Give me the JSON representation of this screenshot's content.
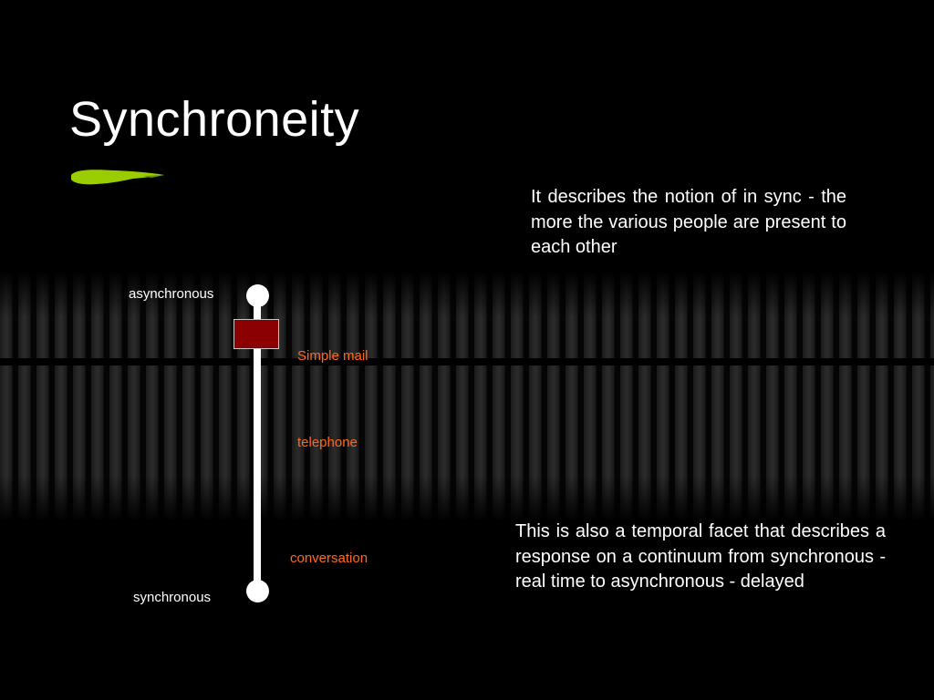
{
  "slide": {
    "title": "Synchroneity",
    "description_top": "It describes the notion of in sync - the more the various people are present to each other",
    "description_bottom": "This is also a temporal facet that describes a response on a continuum from synchronous - real time to asynchronous - delayed"
  },
  "scale": {
    "top_label": "asynchronous",
    "bottom_label": "synchronous",
    "points": [
      {
        "label": "Simple mail"
      },
      {
        "label": "telephone"
      },
      {
        "label": "conversation"
      }
    ]
  },
  "colors": {
    "background": "#000000",
    "accent_brush": "#9acd00",
    "marker": "#8b0000",
    "point_label": "#ff6a1f"
  }
}
